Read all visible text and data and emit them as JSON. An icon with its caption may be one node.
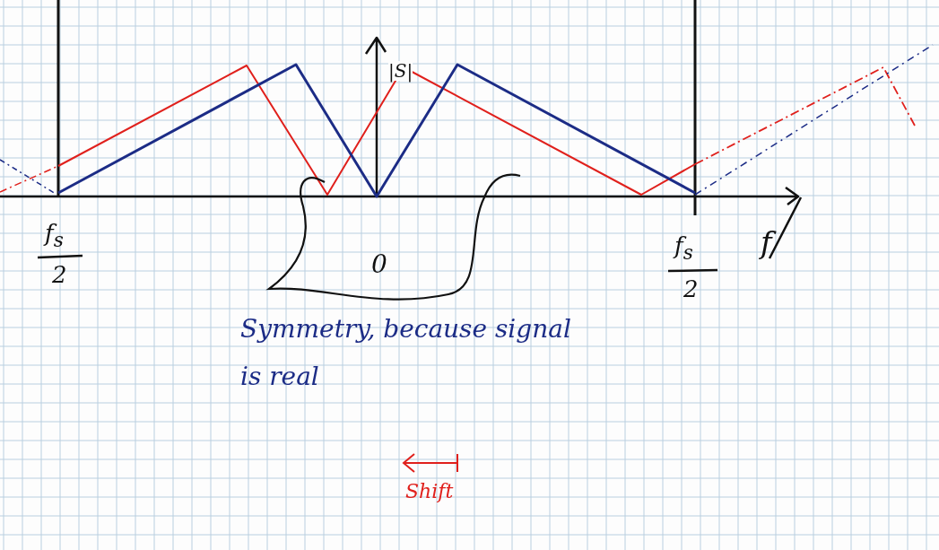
{
  "diagram": {
    "labels": [
      "|S|",
      "f",
      "f$_{s}$",
      "2",
      "0",
      "f$_{s}$",
      "2",
      "Symmetry, because signal is real",
      "Shift"
    ]
  }
}
